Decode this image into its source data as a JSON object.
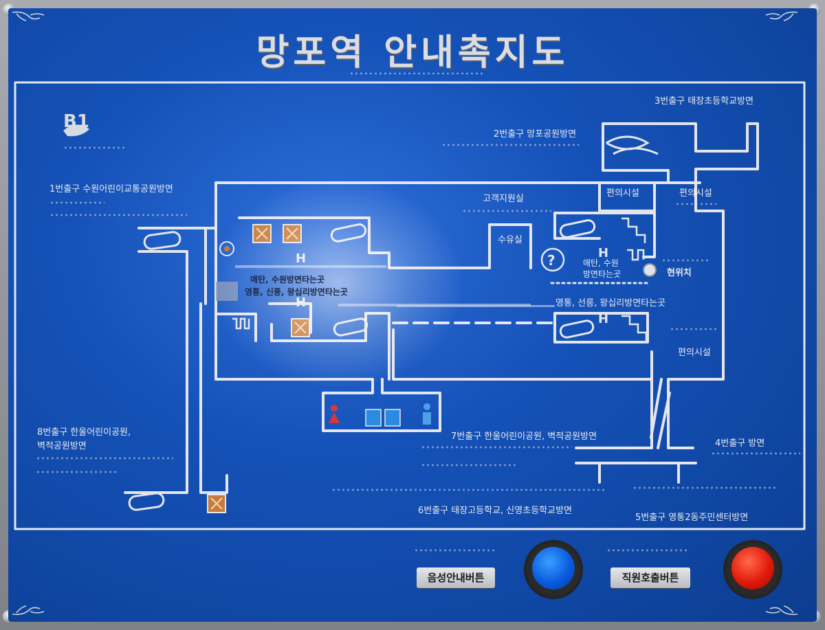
{
  "title": "망포역 안내촉지도",
  "floor_label": "B1",
  "exits": {
    "exit1": "1번출구 수원어린이교통공원방면",
    "exit2": "2번출구 망포공원방면",
    "exit3": "3번출구 태장초등학교방면",
    "exit4": "4번출구 방면",
    "exit5": "5번출구 영통2동주민센터방면",
    "exit6": "6번출구  태장고등학교, 신영초등학교방면",
    "exit7": "7번출구 한울어린이공원, 벽적공원방면",
    "exit8_line1": "8번출구 한울어린이공원,",
    "exit8_line2": "벽적공원방면"
  },
  "facilities": {
    "customer_support": "고객지원실",
    "nursing_room": "수유실",
    "convenience_1": "편의시설",
    "convenience_2": "편의시설",
    "convenience_3": "편의시설",
    "current_position": "현위치",
    "platform_suwon_1": "매탄, 수원",
    "platform_suwon_2": "방면타는곳",
    "platform_left_1": "매탄, 수원방면타는곳",
    "platform_left_2": "영통, 신풍, 왕십리방면타는곳",
    "platform_right": "영통, 선릉, 왕십리방면타는곳"
  },
  "buttons": {
    "voice_guide": "음성안내버튼",
    "staff_call": "직원호출버튼"
  },
  "colors": {
    "board": "#1552b8",
    "lines": "#e4e6ec",
    "elevator": "#b86a2e",
    "voice_button": "#0a5be0",
    "staff_button": "#e11a0c"
  }
}
